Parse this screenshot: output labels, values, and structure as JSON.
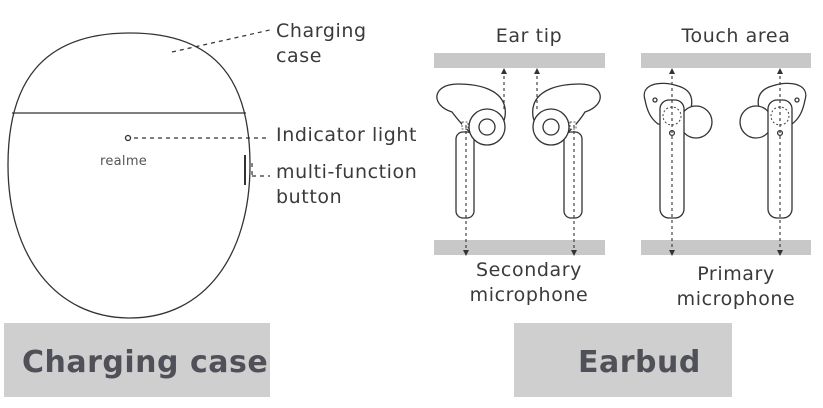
{
  "case_labels": {
    "charging_case": [
      "Charging",
      "case"
    ],
    "indicator_light": "Indicator light",
    "multi_function_button": [
      "multi-function",
      "button"
    ],
    "brand": "realme"
  },
  "earbud_labels": {
    "ear_tip": "Ear tip",
    "touch_area": "Touch area",
    "secondary_microphone": [
      "Secondary",
      "microphone"
    ],
    "primary_microphone": [
      "Primary",
      "microphone"
    ]
  },
  "banners": {
    "left": "Charging case",
    "right": "Earbud"
  },
  "colors": {
    "banner_bg": "#cfcfcf",
    "banner_text": "#505059",
    "label_text": "#3a3a3a",
    "line": "#333333"
  }
}
